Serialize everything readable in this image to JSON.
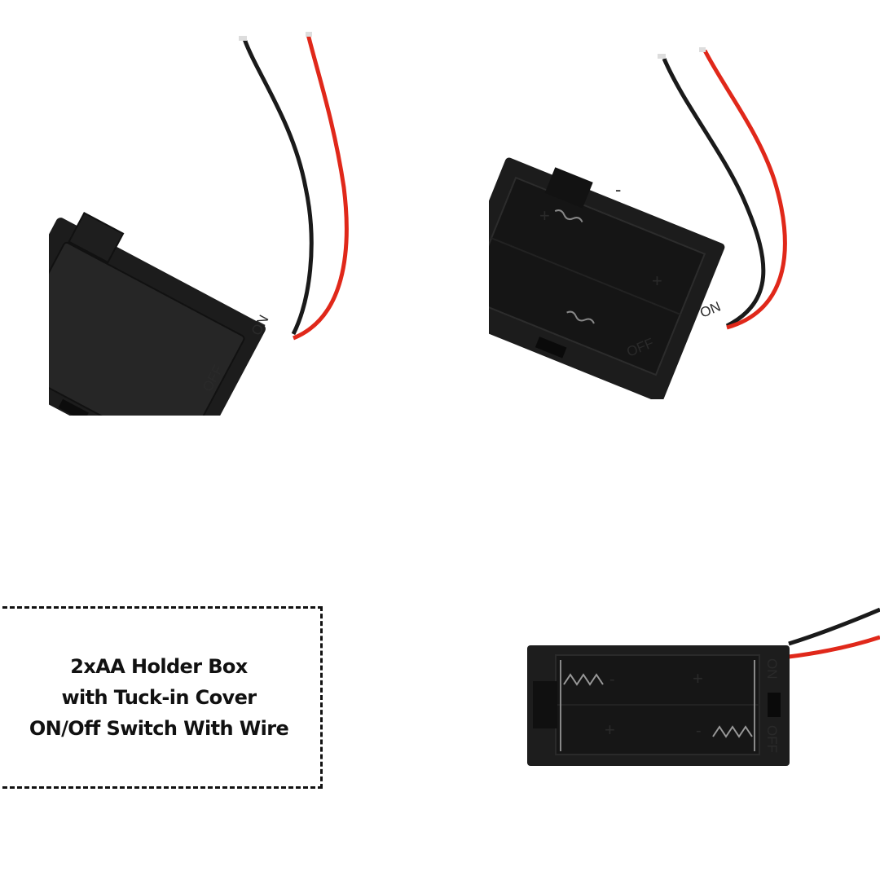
{
  "caption": {
    "lines": [
      "2xAA Holder Box",
      "with Tuck-in Cover",
      "ON/Off Switch With Wire"
    ]
  },
  "photos": [
    {
      "view": "closed-cover-angled",
      "switch_labels": {
        "off": "OFF",
        "on": "ON"
      }
    },
    {
      "view": "open-empty-angled",
      "switch_labels": {
        "off": "OFF",
        "on": "ON"
      },
      "polarity_marks": [
        "+",
        "-",
        "+",
        "-"
      ]
    },
    {
      "view": "open-empty-top",
      "switch_labels": {
        "off": "OFF",
        "on": "ON"
      },
      "polarity_marks": [
        "-",
        "+",
        "+",
        "-"
      ]
    }
  ],
  "colors": {
    "background": "#ffffff",
    "plastic": "#1b1b1b",
    "wire_red": "#e0281a",
    "wire_black": "#1a1a1a",
    "text": "#111111"
  }
}
